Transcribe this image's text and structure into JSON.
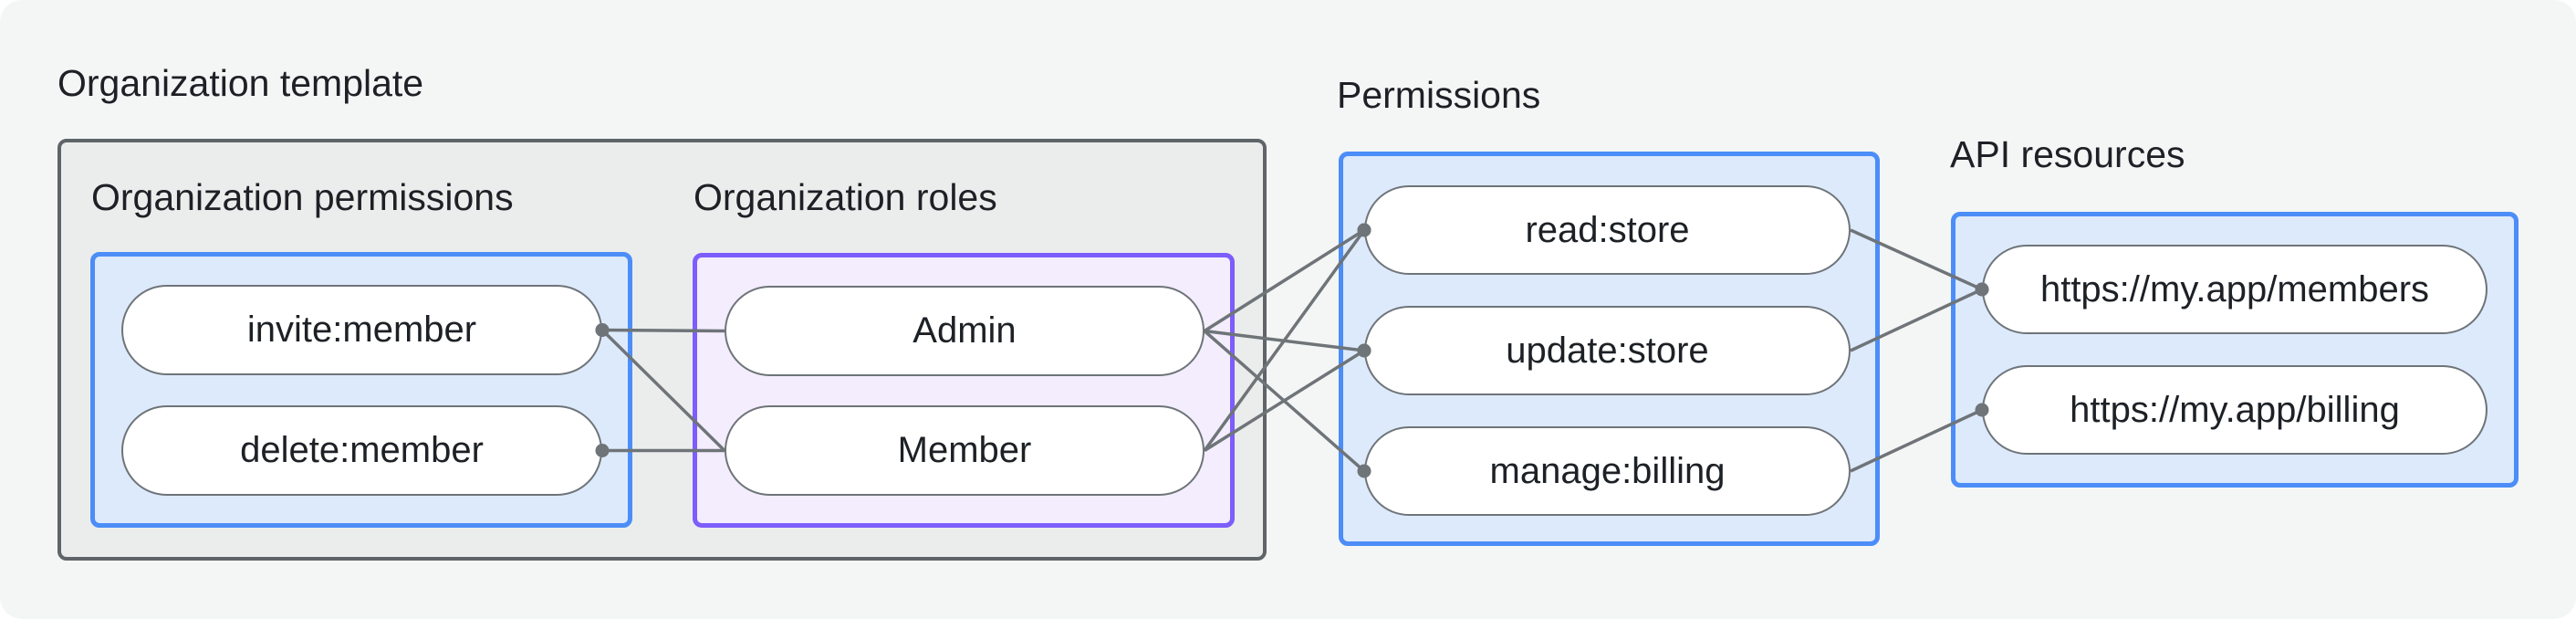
{
  "diagram": {
    "template_label": "Organization template",
    "groups": [
      {
        "id": "org_permissions",
        "label": "Organization permissions",
        "pills": [
          {
            "id": "invite",
            "label": "invite:member"
          },
          {
            "id": "delete",
            "label": "delete:member"
          }
        ]
      },
      {
        "id": "org_roles",
        "label": "Organization roles",
        "pills": [
          {
            "id": "admin",
            "label": "Admin"
          },
          {
            "id": "member",
            "label": "Member"
          }
        ]
      },
      {
        "id": "permissions",
        "label": "Permissions",
        "pills": [
          {
            "id": "read",
            "label": "read:store"
          },
          {
            "id": "update",
            "label": "update:store"
          },
          {
            "id": "manage",
            "label": "manage:billing"
          }
        ]
      },
      {
        "id": "api_resources",
        "label": "API resources",
        "pills": [
          {
            "id": "members_api",
            "label": "https://my.app/members"
          },
          {
            "id": "billing_api",
            "label": "https://my.app/billing"
          }
        ]
      }
    ],
    "edges": [
      {
        "from": "invite",
        "to": "admin",
        "dot": "from"
      },
      {
        "from": "invite",
        "to": "member",
        "dot": "from"
      },
      {
        "from": "delete",
        "to": "member",
        "dot": "from"
      },
      {
        "from": "admin",
        "to": "read",
        "dot": "to"
      },
      {
        "from": "admin",
        "to": "update",
        "dot": "to"
      },
      {
        "from": "admin",
        "to": "manage",
        "dot": "to"
      },
      {
        "from": "member",
        "to": "read",
        "dot": "to"
      },
      {
        "from": "member",
        "to": "update",
        "dot": "to"
      },
      {
        "from": "read",
        "to": "members_api",
        "dot": "to"
      },
      {
        "from": "update",
        "to": "members_api",
        "dot": "to"
      },
      {
        "from": "manage",
        "to": "billing_api",
        "dot": "to"
      }
    ],
    "style": {
      "connector_color": "#6e7478",
      "connector_width": 3.5,
      "dot_radius": 7.5,
      "blue_border": "#4c8df8",
      "blue_fill": "#ddeafc",
      "purple_border": "#7d5dfb",
      "purple_fill": "#f3edfd",
      "container_fill": "#ebedec",
      "container_border": "#5f6468",
      "text_color": "#1d2126",
      "background": "#f4f6f6"
    }
  }
}
